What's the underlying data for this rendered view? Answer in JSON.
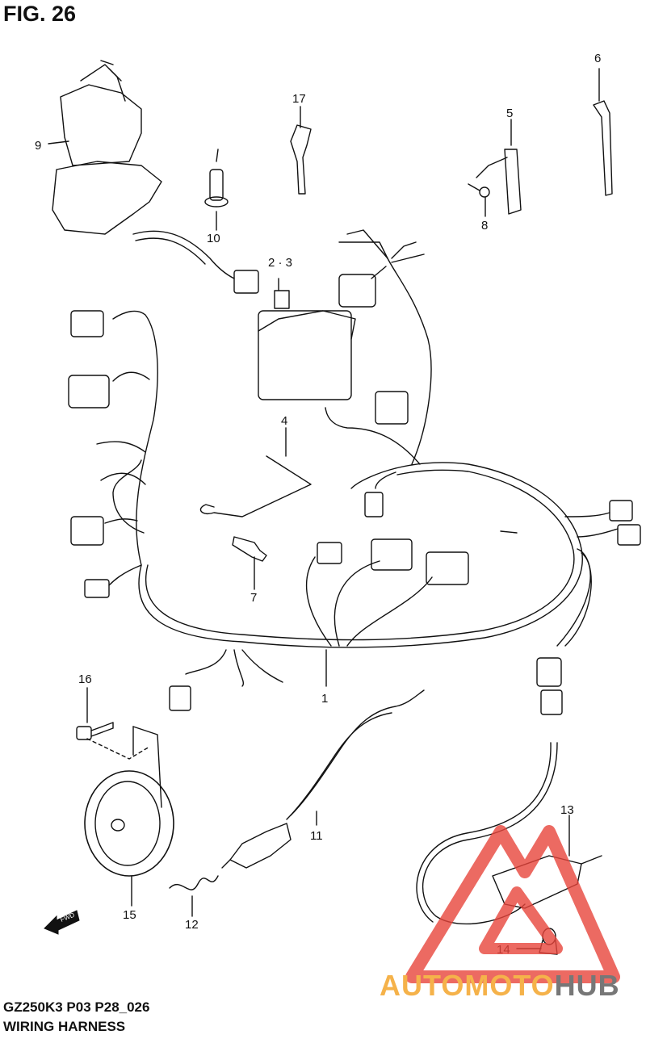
{
  "figure": {
    "title": "FIG. 26",
    "model_code": "GZ250K3 P03 P28_026",
    "section_name": "WIRING HARNESS"
  },
  "callouts": [
    "1",
    "2 · 3",
    "4",
    "5",
    "6",
    "7",
    "8",
    "9",
    "10",
    "11",
    "12",
    "13",
    "14",
    "15",
    "16",
    "17"
  ],
  "fwd_label": "FWD",
  "watermark": {
    "part1": "AUTOMOTO",
    "part2": "HUB",
    "color_main": "#f5b24a",
    "color_hub": "#777777",
    "logo_color": "#e8453c"
  },
  "colors": {
    "ink": "#111111",
    "background": "#ffffff"
  }
}
